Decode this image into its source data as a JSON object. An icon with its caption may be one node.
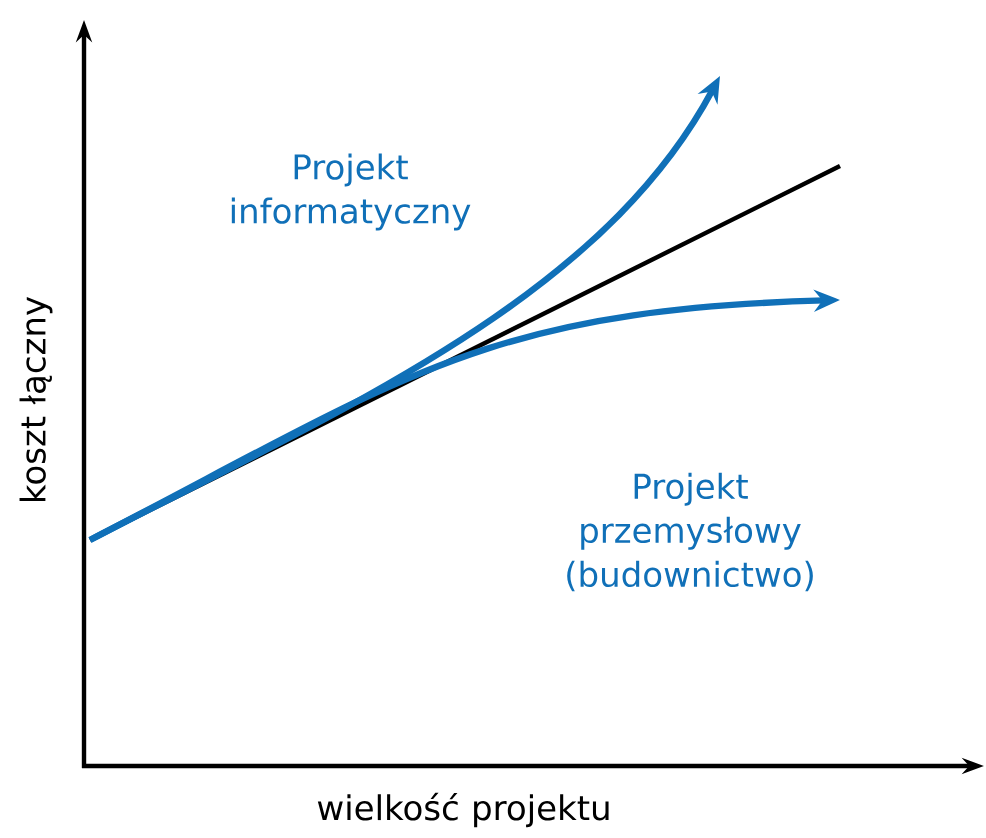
{
  "diagram": {
    "labels": [
      "Projekt informatyczny",
      "Projekt przemysłowy (budownictwo)",
      "koszt łączny",
      "wielkość projektu"
    ]
  }
}
